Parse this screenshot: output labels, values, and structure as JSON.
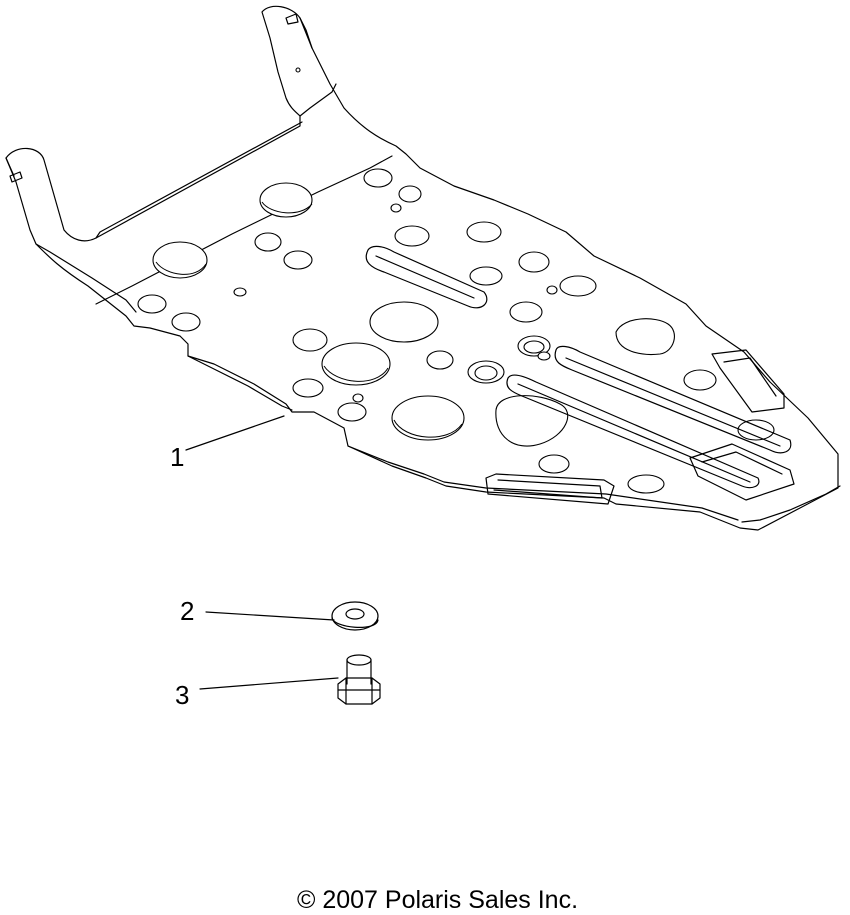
{
  "callouts": [
    {
      "id": "1",
      "label": "1"
    },
    {
      "id": "2",
      "label": "2"
    },
    {
      "id": "3",
      "label": "3"
    }
  ],
  "copyright": {
    "symbol": "©",
    "text": "2007 Polaris Sales Inc."
  }
}
